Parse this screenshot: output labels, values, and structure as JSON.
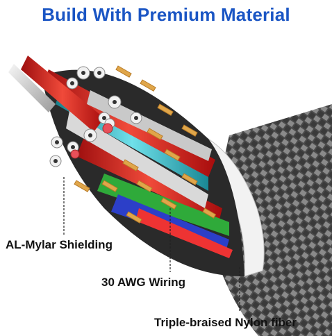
{
  "header": {
    "title": "Build With Premium Material"
  },
  "labels": {
    "shielding": "AL-Mylar Shielding",
    "wiring": "30 AWG Wiring",
    "fiber": "Triple-braised Nylon fiber"
  },
  "colors": {
    "title": "#1a55c4",
    "braid": "#5f5f5f",
    "copper": "#e0a64a",
    "red_wire": "#d81e1e",
    "teal_wire": "#2bb3c0",
    "green_wire": "#2faa3a",
    "blue_wire": "#2c3fc8"
  }
}
